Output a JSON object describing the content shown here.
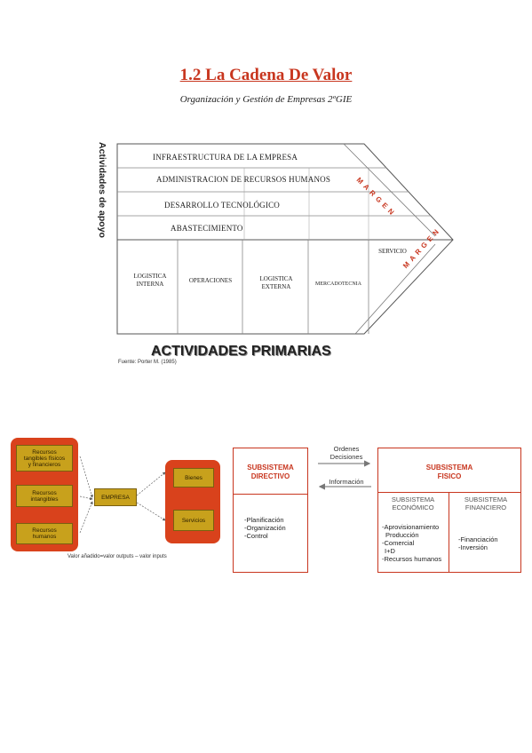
{
  "header": {
    "title": "1.2 La Cadena De Valor",
    "subtitle": "Organización y Gestión de Empresas 2ºGIE"
  },
  "value_chain": {
    "support_label": "Actividades de apoyo",
    "support_rows": [
      "INFRAESTRUCTURA DE LA EMPRESA",
      "ADMINISTRACION DE RECURSOS HUMANOS",
      "DESARROLLO TECNOLÓGICO",
      "ABASTECIMIENTO"
    ],
    "primary_columns": [
      "LOGISTICA\nINTERNA",
      "OPERACIONES",
      "LOGISTICA\nEXTERNA",
      "MERCADOTECNIA",
      "SERVICIO"
    ],
    "margin_top": "MARGEN",
    "margin_bottom": "MARGEN",
    "primary_label": "ACTIVIDADES PRIMARIAS",
    "source": "Fuente: Porter M. (1985)"
  },
  "resources_diagram": {
    "inputs": [
      "Recursos\ntangibles físicos\ny financieros",
      "Recursos\nintangibles",
      "Recursos\nhumanos"
    ],
    "center": "EMPRESA",
    "outputs": [
      "Bienes",
      "Servicios"
    ],
    "caption": "Valor añadido=valor outputs – valor inputs"
  },
  "subsystems": {
    "directivo": {
      "title": "SUBSISTEMA\nDIRECTIVO",
      "items": [
        "-Planificación",
        "-Organización",
        "-Control"
      ]
    },
    "arrow_right_label": "Ordenes\nDecisiones",
    "arrow_left_label": "Información",
    "fisico": {
      "title": "SUBSISTEMA\nFISICO",
      "economico": {
        "title": "SUBSISTEMA\nECONÓMICO",
        "items": [
          "-Aprovisionamiento",
          "Producción",
          "-Comercial",
          "I+D",
          "-Recursos humanos"
        ]
      },
      "financiero": {
        "title": "SUBSISTEMA\nFINANCIERO",
        "items": [
          "-Financiación",
          "-Inversión"
        ]
      }
    }
  }
}
